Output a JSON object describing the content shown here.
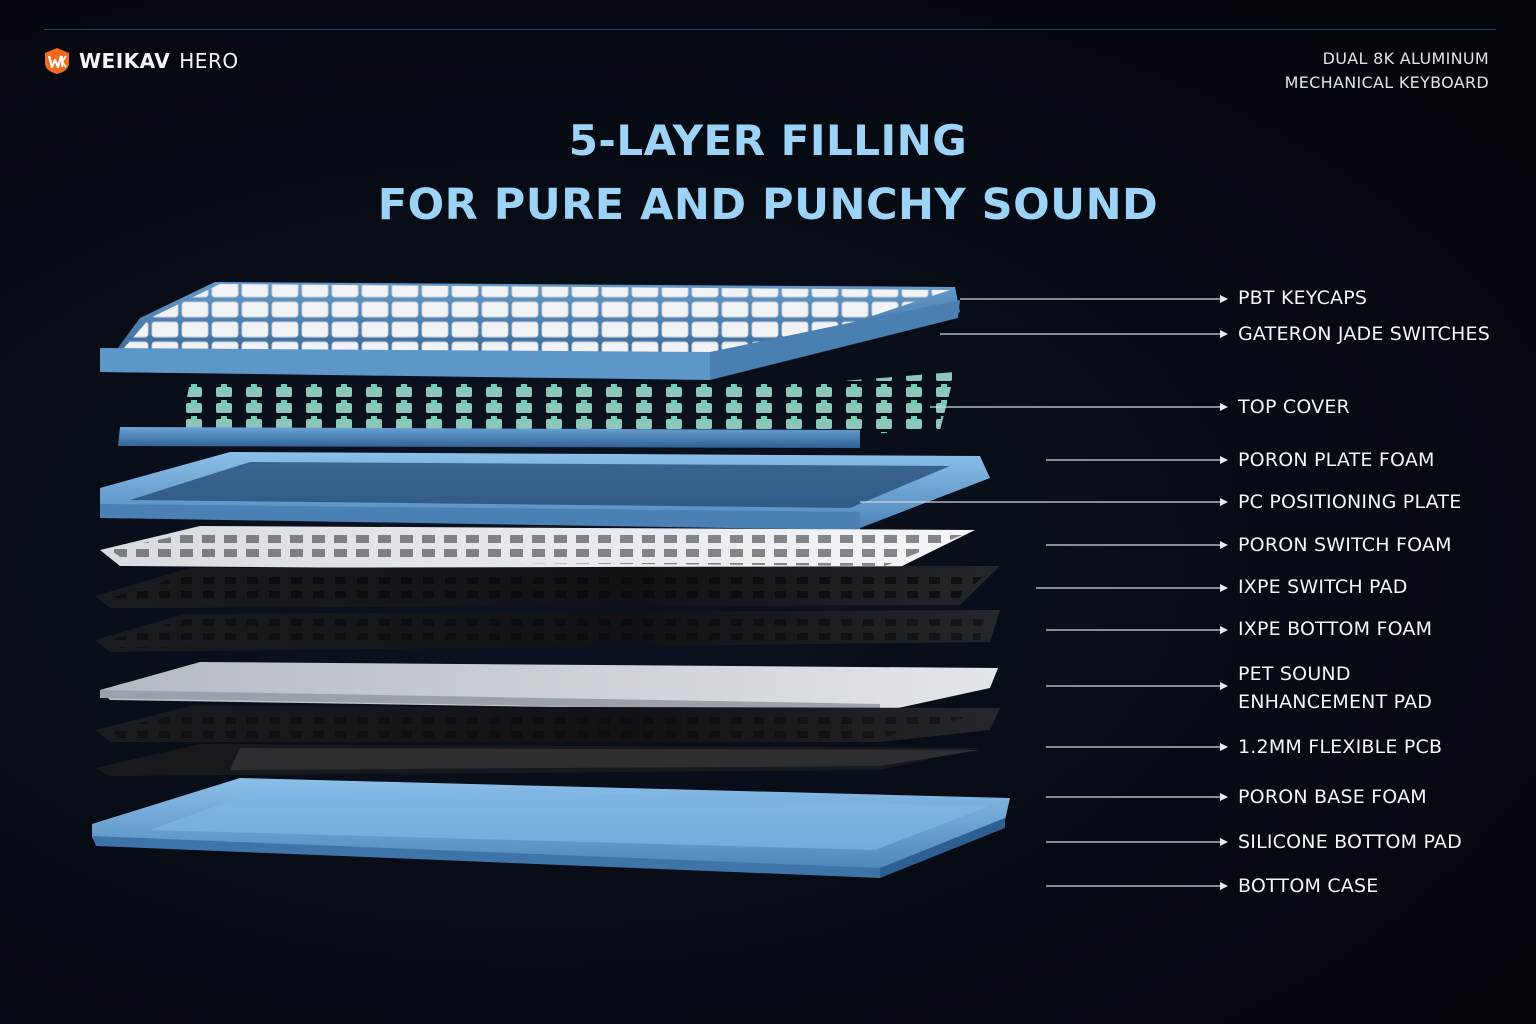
{
  "brand": {
    "name": "WEIKAV",
    "sub": "HERO"
  },
  "product": {
    "line1": "DUAL 8K ALUMINUM",
    "line2": "MECHANICAL KEYBOARD"
  },
  "headline": {
    "line1": "5-LAYER FILLING",
    "line2": "FOR PURE AND PUNCHY SOUND"
  },
  "layers": [
    {
      "label": "PBT KEYCAPS"
    },
    {
      "label": "GATERON JADE SWITCHES"
    },
    {
      "label": "TOP COVER"
    },
    {
      "label": "PORON PLATE FOAM"
    },
    {
      "label": "PC POSITIONING PLATE"
    },
    {
      "label": "PORON SWITCH FOAM"
    },
    {
      "label": "IXPE SWITCH PAD"
    },
    {
      "label": "IXPE BOTTOM FOAM"
    },
    {
      "label": "PET SOUND",
      "label2": "ENHANCEMENT PAD"
    },
    {
      "label": "1.2MM FLEXIBLE PCB"
    },
    {
      "label": "PORON BASE FOAM"
    },
    {
      "label": "SILICONE BOTTOM PAD"
    },
    {
      "label": "BOTTOM CASE"
    }
  ],
  "colors": {
    "background": "#060a12",
    "headline": "#9cd3f7",
    "case_blue": "#5f9bcf",
    "keycap_white": "#eef1f5",
    "keycap_blue": "#9cc7ea",
    "switch_green": "#8fdcc9",
    "foam_dark": "#141518",
    "plate_white": "#e8ebef",
    "pet_silver": "#c9ced4",
    "brand_orange": "#f26a1b"
  }
}
